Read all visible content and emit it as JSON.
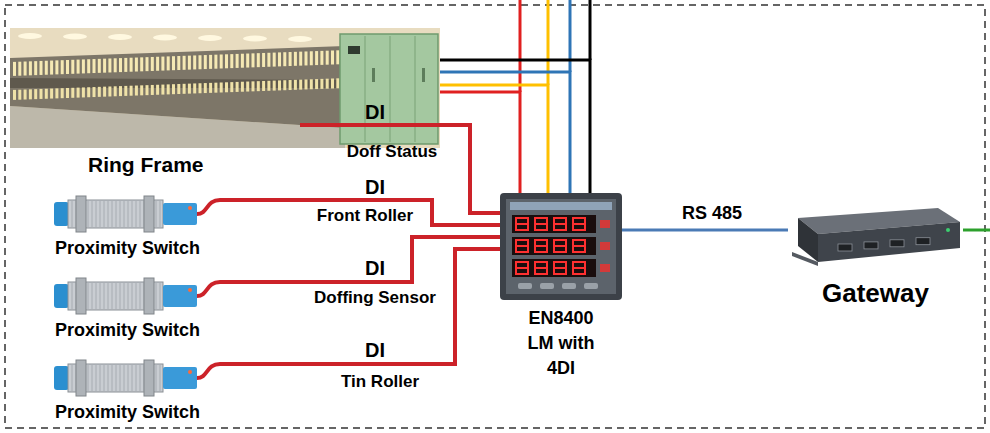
{
  "diagram": {
    "nodes": [
      {
        "text": [
          "Ring Frame"
        ]
      },
      {
        "text": [
          "Proximity Switch"
        ]
      },
      {
        "text": [
          "Proximity Switch"
        ]
      },
      {
        "text": [
          "Proximity Switch"
        ]
      },
      {
        "text": [
          "EN8400 LM with 4DI"
        ]
      },
      {
        "text": [
          "Gateway"
        ]
      }
    ],
    "edges": [
      {
        "from": 0,
        "to": 4,
        "label": "DI",
        "arrow": "none"
      },
      {
        "from": 1,
        "to": 4,
        "label": "DI",
        "arrow": "none"
      },
      {
        "from": 2,
        "to": 4,
        "label": "DI",
        "arrow": "none"
      },
      {
        "from": 3,
        "to": 4,
        "label": "DI",
        "arrow": "none"
      },
      {
        "from": 4,
        "to": 5,
        "label": "RS 485",
        "arrow": "none"
      },
      {
        "from": 0,
        "to": 4,
        "arrow": "none"
      },
      {
        "from": 0,
        "to": 4,
        "arrow": "none"
      },
      {
        "from": 0,
        "to": 4,
        "arrow": "none"
      },
      {
        "from": 0,
        "to": 4,
        "arrow": "none"
      }
    ],
    "labels": [
      "Doff Status",
      "Front Roller",
      "Doffing Sensor",
      "Tin Roller"
    ]
  }
}
